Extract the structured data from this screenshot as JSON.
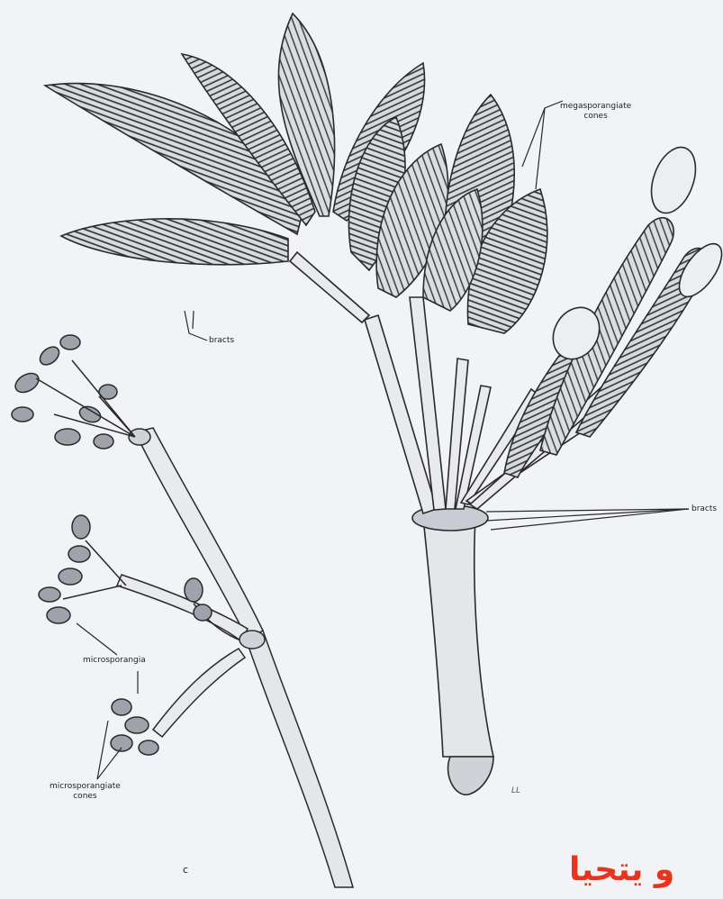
{
  "labels": {
    "megasporangiate_line1": "megasporangiate",
    "megasporangiate_line2": "cones",
    "bracts_top": "bracts",
    "bracts_right": "bracts",
    "microsporangia": "microsporangia",
    "microsporangiate_line1": "microsporangiate",
    "microsporangiate_line2": "cones",
    "panel_letter": "c",
    "signature": "LL"
  },
  "overlay_text": "و يتحيا",
  "colors": {
    "background": "#f1f3f6",
    "ink": "#2a2a2a",
    "overlay_text": "#e8341c"
  }
}
